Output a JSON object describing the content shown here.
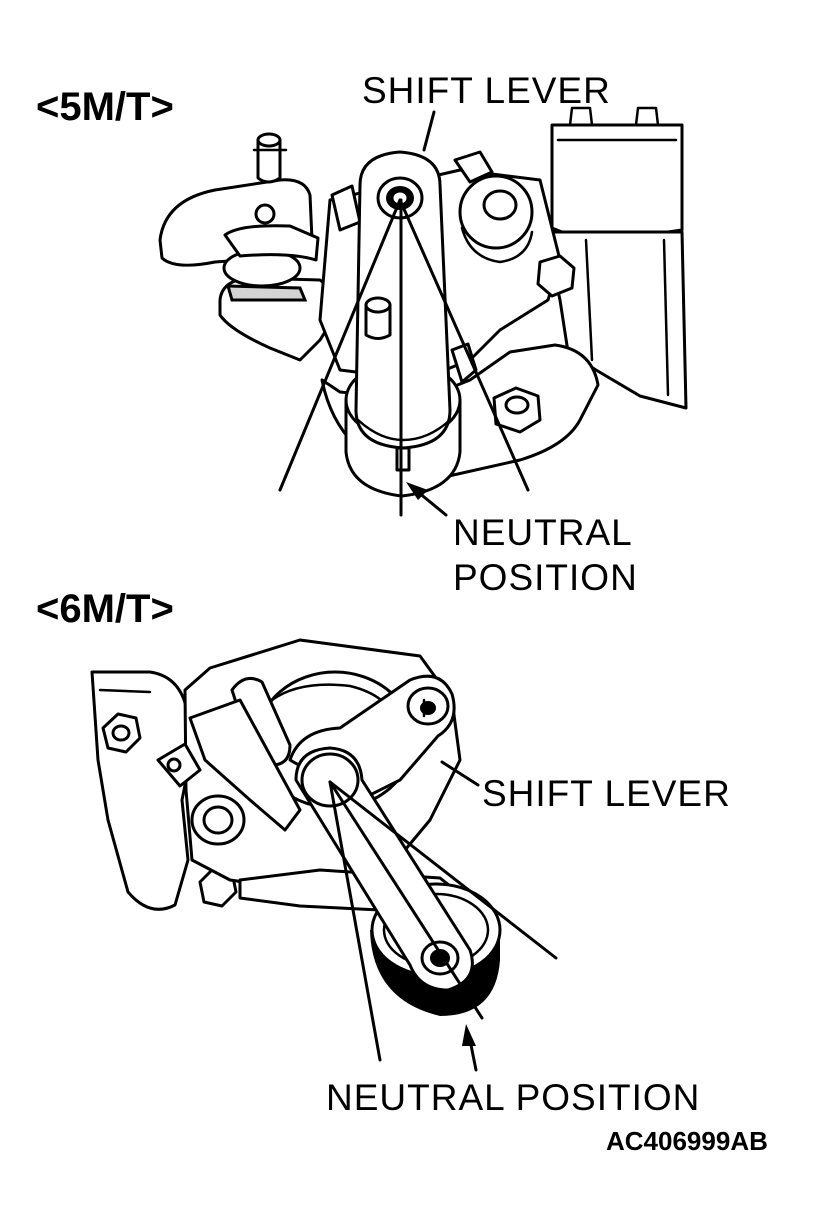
{
  "figure": {
    "section_5mt": {
      "heading": "<5M/T>",
      "shift_lever_label": "SHIFT LEVER",
      "neutral_label_line1": "NEUTRAL",
      "neutral_label_line2": "POSITION"
    },
    "section_6mt": {
      "heading": "<6M/T>",
      "shift_lever_label": "SHIFT LEVER",
      "neutral_label": "NEUTRAL POSITION"
    },
    "figure_code": "AC406999AB"
  }
}
